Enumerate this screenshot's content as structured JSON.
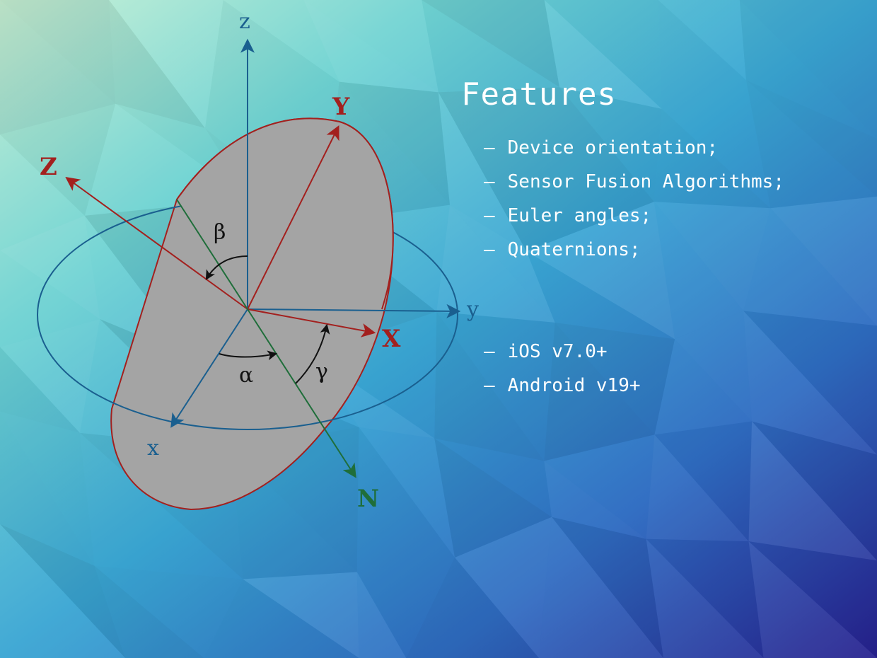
{
  "features": {
    "title": "Features",
    "items": [
      "Device orientation;",
      "Sensor Fusion Algorithms;",
      "Euler angles;",
      "Quaternions;"
    ],
    "platforms": [
      "iOS v7.0+",
      "Android v19+"
    ],
    "bullet": "–"
  },
  "diagram": {
    "labels": {
      "z_fixed": "z",
      "y_fixed": "y",
      "x_fixed": "x",
      "Z_rot": "Z",
      "Y_rot": "Y",
      "X_rot": "X",
      "N_node": "N",
      "alpha": "α",
      "beta": "β",
      "gamma": "γ"
    },
    "colors": {
      "fixed_axes": "#1a5f8f",
      "rotated_axes": "#a3201e",
      "node_line": "#1f6e3a",
      "plane_fill": "#a4a4a4",
      "angle_arrows": "#111111"
    }
  },
  "background": {
    "gradient": [
      "#c6f0d6",
      "#62cdd6",
      "#3b8fd0",
      "#2e5fb8",
      "#2a2a90"
    ]
  }
}
